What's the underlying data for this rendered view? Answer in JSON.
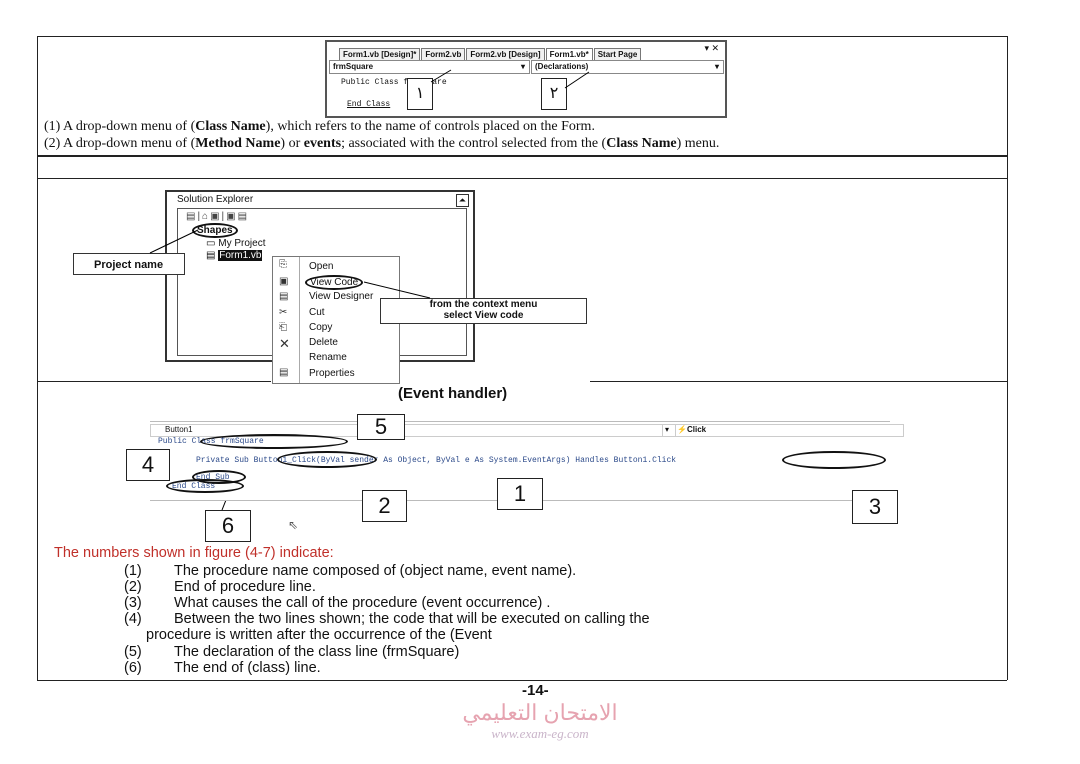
{
  "figure1": {
    "tabs": [
      "Form1.vb [Design]*",
      "Form2.vb",
      "Form2.vb [Design]",
      "Form1.vb*",
      "Start Page"
    ],
    "active_tab": 3,
    "class_combo": "frmSquare",
    "method_combo": "(Declarations)",
    "code": [
      "Public Class frmSquare",
      "End Class"
    ],
    "labels": [
      "١",
      "٢"
    ]
  },
  "notes": [
    {
      "prefix": "(1)  A drop-down menu of (",
      "bold": "Class Name",
      "suffix": "), which refers to the name of controls placed on the Form."
    },
    {
      "prefix": "(2) A drop-down menu of (",
      "bold": "Method Name",
      "mid": ") or ",
      "bold2": "events",
      "mid2": "; associated with the control selected from the (",
      "bold3": "Class Name",
      "suffix": ") menu."
    }
  ],
  "solution_explorer": {
    "title": "Solution Explorer",
    "project": "Shapes",
    "items": [
      "My Project",
      "Form1.vb"
    ],
    "project_label": "Project name",
    "context_menu": [
      "Open",
      "View Code",
      "View Designer",
      "Cut",
      "Copy",
      "Delete",
      "Rename",
      "Properties"
    ],
    "callout": [
      "from the context menu",
      "select View code"
    ]
  },
  "event_handler": {
    "title": "(Event handler)",
    "object_combo": "Button1",
    "event_combo": "Click",
    "code": [
      "Public Class frmSquare",
      "Private Sub Button1_Click(ByVal sender As Object, ByVal e As System.EventArgs) Handles Button1.Click",
      "End Sub",
      "End Class"
    ],
    "numbers": [
      "1",
      "2",
      "3",
      "4",
      "5",
      "6"
    ]
  },
  "explanation": {
    "heading": "The numbers shown in figure (4-7) indicate:",
    "items": [
      {
        "n": "(1)",
        "text": "The procedure name composed of (object name, event name)."
      },
      {
        "n": "(2)",
        "text": "End of procedure line."
      },
      {
        "n": "(3)",
        "text": "What causes the call of the procedure (event occurrence) ."
      },
      {
        "n": "(4)",
        "text": "Between the two lines shown; the code that will be executed on calling the"
      },
      {
        "n": "",
        "text": "procedure is written after the occurrence of the (Event"
      },
      {
        "n": "(5)",
        "text": "The declaration of the class line  (frmSquare)"
      },
      {
        "n": "(6)",
        "text": "The end of (class) line."
      }
    ],
    "heading_color": "#c0302a"
  },
  "footer": {
    "page_number": "-14-",
    "watermark_ar": "الامتحان التعليمي",
    "watermark_url": "www.exam-eg.com"
  }
}
